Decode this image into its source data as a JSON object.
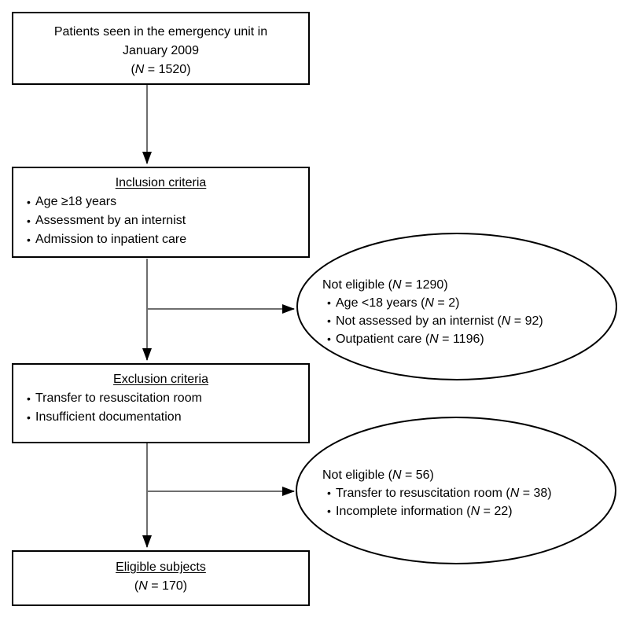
{
  "glyphs": {
    "bullet": "•"
  },
  "colors": {
    "background": "#ffffff",
    "box_border": "#000000",
    "ellipse_border": "#000000",
    "connector_line": "#6e6e6e",
    "arrowhead": "#000000",
    "text": "#000000"
  },
  "boxes": {
    "patients": {
      "line1": "Patients seen in the emergency unit in",
      "line2": "January 2009",
      "n_line": "(N = 1520)"
    },
    "inclusion": {
      "title": "Inclusion criteria",
      "bullets": [
        "Age ≥18 years",
        "Assessment by an internist",
        "Admission to inpatient care"
      ]
    },
    "exclusion": {
      "title": "Exclusion criteria",
      "bullets": [
        "Transfer to resuscitation room",
        "Insufficient documentation"
      ]
    },
    "eligible": {
      "title": "Eligible subjects",
      "n_line": "(N = 170)"
    }
  },
  "ellipses": {
    "not_eligible_1": {
      "header": "Not eligible (N = 1290)",
      "bullets": [
        "Age <18 years (N = 2)",
        "Not assessed by an internist (N = 92)",
        "Outpatient care (N = 1196)"
      ]
    },
    "not_eligible_2": {
      "header": "Not eligible (N = 56)",
      "bullets": [
        "Transfer to resuscitation room (N = 38)",
        "Incomplete information (N = 22)"
      ]
    }
  }
}
